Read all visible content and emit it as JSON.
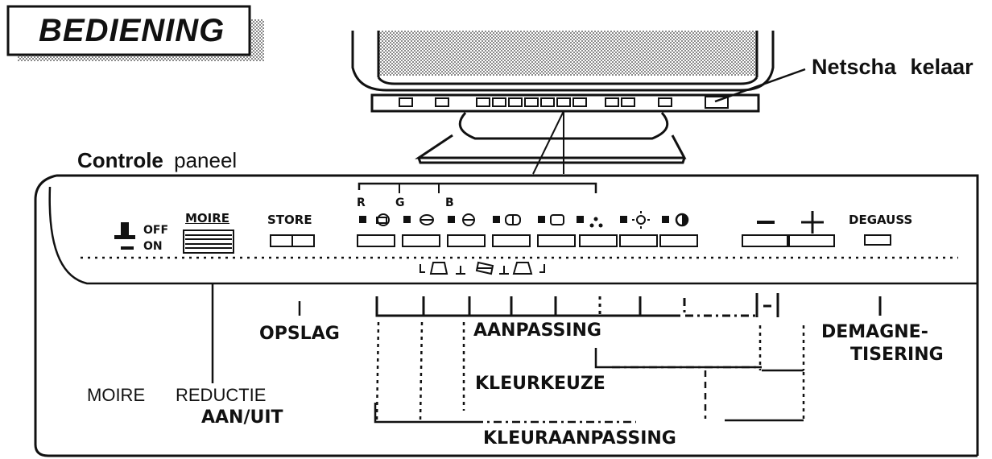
{
  "title": "BEDIENING",
  "monitor": {
    "power_switch_label": "Netscha kelaar"
  },
  "panel": {
    "heading_bold": "Controle",
    "heading_regular": "paneel",
    "switch_off": "OFF",
    "switch_on": "ON",
    "moire": "MOIRE",
    "store": "STORE",
    "rgb": [
      "R",
      "G",
      "B"
    ],
    "degauss": "DEGAUSS"
  },
  "legend": {
    "opslag": "OPSLAG",
    "aanpassing": "AANPASSING",
    "demagnetisering_1": "DEMAGNE-",
    "demagnetisering_2": "TISERING",
    "kleurkeuze": "KLEURKEUZE",
    "moire_reductie_1": "MOIRE",
    "moire_reductie_2": "REDUCTIE",
    "aan_uit": "AAN/UIT",
    "kleuraanpassing": "KLEURAANPASSING"
  },
  "colors": {
    "ink": "#111111",
    "title_shadow": "#9a9a9a",
    "screen_pattern": "#bdbdbd"
  }
}
